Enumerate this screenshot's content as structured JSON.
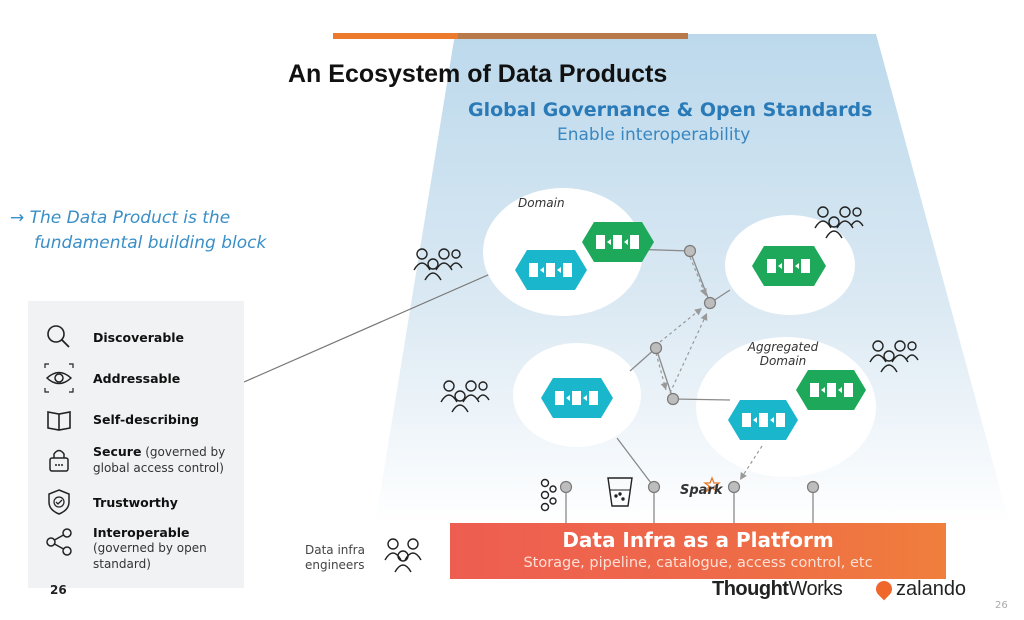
{
  "slide": {
    "title": "An Ecosystem of Data Products",
    "governance_title": "Global Governance & Open Standards",
    "governance_subtitle": "Enable interoperability",
    "tagline_line1": "→ The Data Product is the",
    "tagline_line2": "fundamental building block",
    "page_number_left": "26",
    "page_number_right": "26"
  },
  "properties": [
    {
      "label": "Discoverable",
      "note": "",
      "icon": "magnifier-icon"
    },
    {
      "label": "Addressable",
      "note": "",
      "icon": "eye-icon"
    },
    {
      "label": "Self-describing",
      "note": "",
      "icon": "book-icon"
    },
    {
      "label": "Secure",
      "note": " (governed by",
      "note2": "global access control)",
      "icon": "lock-icon"
    },
    {
      "label": "Trustworthy",
      "note": "",
      "icon": "shield-check-icon"
    },
    {
      "label": "Interoperable",
      "note": "",
      "note2": "(governed by open",
      "note3": "standard)",
      "icon": "share-icon"
    }
  ],
  "diagram": {
    "domain_label": "Domain",
    "aggregated_label_line1": "Aggregated",
    "aggregated_label_line2": "Domain",
    "spark_label": "Spark",
    "infra_label_line1": "Data infra",
    "infra_label_line2": "engineers"
  },
  "platform": {
    "title": "Data Infra as a Platform",
    "subtitle": "Storage, pipeline, catalogue, access control, etc"
  },
  "logos": {
    "thoughtworks_bold": "Thought",
    "thoughtworks_thin": "Works",
    "zalando": "zalando"
  },
  "colors": {
    "accent_bar_orange": "#ec7a2c",
    "accent_bar_brown": "#b87a4a",
    "green_product": "#1ea85a",
    "teal_product": "#1ab6cc",
    "governance_blue": "#2a7ab8",
    "platform_red": "#ee5d51",
    "platform_orange": "#f07e3c"
  }
}
